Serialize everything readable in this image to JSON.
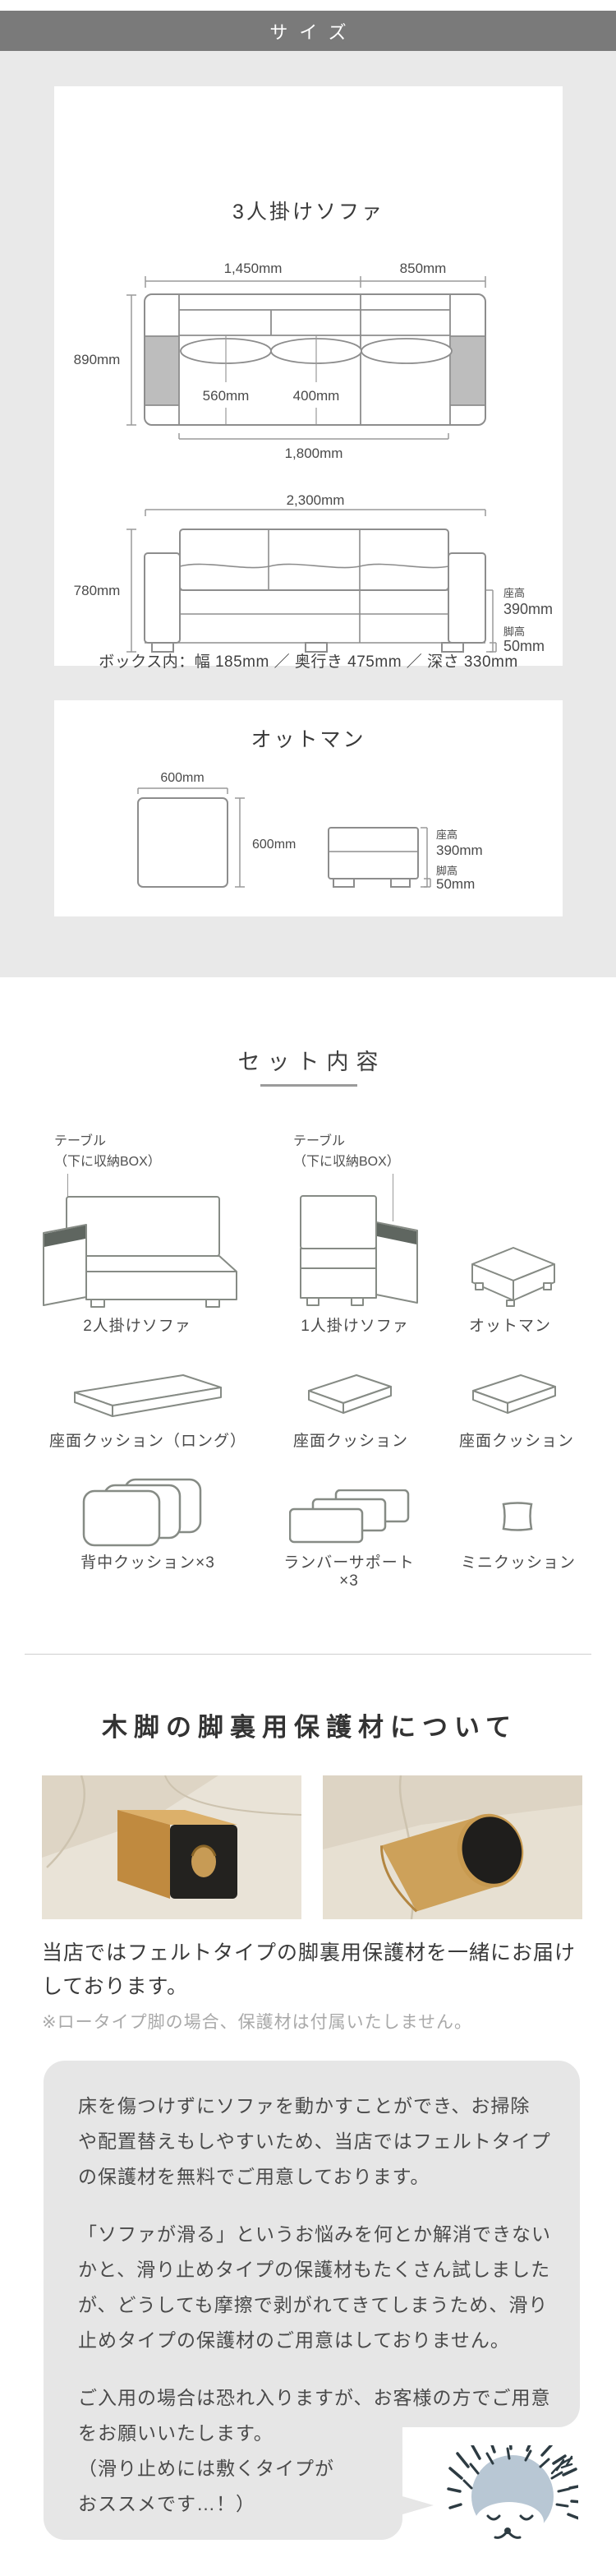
{
  "size_section": {
    "band_title": "サイズ",
    "sofa3": {
      "title": "3人掛けソファ",
      "top_view": {
        "width_left": "1,450mm",
        "width_right": "850mm",
        "depth": "890mm",
        "seat_w1": "560mm",
        "seat_w2": "400mm",
        "inner_width": "1,800mm"
      },
      "side_view": {
        "total_width": "2,300mm",
        "height": "780mm",
        "seat_h_label": "座高",
        "seat_h": "390mm",
        "leg_h_label": "脚高",
        "leg_h": "50mm"
      },
      "box_note": "ボックス内：幅 185mm ／ 奥行き 475mm ／ 深さ 330mm"
    },
    "ottoman": {
      "title": "オットマン",
      "top_w": "600mm",
      "top_d": "600mm",
      "seat_h_label": "座高",
      "seat_h": "390mm",
      "leg_h_label": "脚高",
      "leg_h": "50mm"
    }
  },
  "set_section": {
    "title": "セット内容",
    "table_note": [
      "テーブル",
      "（下に収納BOX）"
    ],
    "row1": [
      "2人掛けソファ",
      "1人掛けソファ",
      "オットマン"
    ],
    "row2": [
      "座面クッション（ロング）",
      "座面クッション",
      "座面クッション"
    ],
    "row3": [
      "背中クッション×3",
      "ランバーサポート×3",
      "ミニクッション"
    ]
  },
  "protection_section": {
    "title": "木脚の脚裏用保護材について",
    "intro": "当店ではフェルトタイプの脚裏用保護材を一緒にお届け\nしております。",
    "note": "※ロータイプ脚の場合、保護材は付属いたしません。",
    "bubble": {
      "p1": "床を傷つけずにソファを動かすことができ、お掃除\nや配置替えもしやすいため、当店ではフェルトタイプ\nの保護材を無料でご用意しております。",
      "p2": "「ソファが滑る」というお悩みを何とか解消できない\nかと、滑り止めタイプの保護材もたくさん試しました\nが、どうしても摩擦で剥がれてきてしまうため、滑り\n止めタイプの保護材のご用意はしておりません。",
      "p3": "ご入用の場合は恐れ入りますが、お客様の方でご用意\nをお願いいたします。\n（滑り止めには敷くタイプが\nおススメです…！）"
    }
  },
  "colors": {
    "band": "#7a7a7a",
    "page_gray": "#e9e9e9",
    "bubble_gray": "#e6e6e6",
    "arm_pad_gray": "#bdbdbd",
    "table_patch": "#5f6660",
    "wood": "#c99b55",
    "felt": "#23221f"
  }
}
